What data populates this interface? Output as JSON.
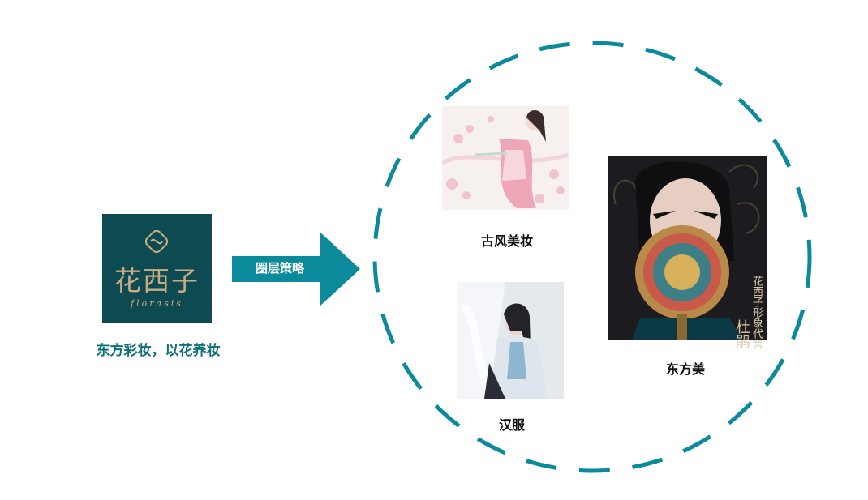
{
  "brand": {
    "name_cn": "花西子",
    "name_en": "florasis",
    "slogan": "东方彩妆，以花养妆",
    "bg_color": "#0d4a52",
    "gold_color": "#c9ad82"
  },
  "arrow": {
    "label": "圈层策略",
    "color": "#0a8a9b"
  },
  "ring": {
    "color": "#0a8a9b",
    "style": "dashed"
  },
  "circles": [
    {
      "id": "gufeng",
      "label": "古风美妆",
      "image": "ancient-style-illustration"
    },
    {
      "id": "hanfu",
      "label": "汉服",
      "image": "hanfu-portrait-photo"
    },
    {
      "id": "dongfang",
      "label": "东方美",
      "image": "oriental-beauty-portrait"
    }
  ],
  "photo_text": {
    "vertical_small": "花西子形象代言",
    "vertical_large": "杜鹃"
  }
}
